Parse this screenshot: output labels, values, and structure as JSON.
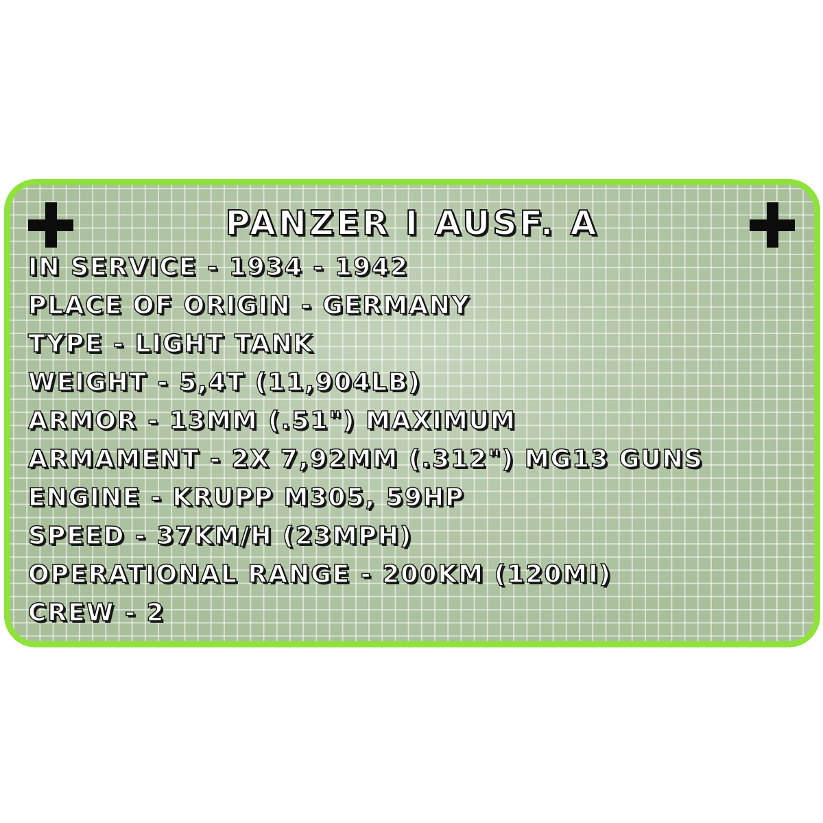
{
  "card": {
    "title": "PANZER I AUSF. A",
    "emblem_icon": "balkenkreuz-icon",
    "specs": [
      "IN SERVICE - 1934 - 1942",
      "PLACE OF ORIGIN - GERMANY",
      "TYPE - LIGHT TANK",
      "WEIGHT - 5,4T (11,904LB)",
      "ARMOR - 13MM (.51\") MAXIMUM",
      "ARMAMENT - 2X 7,92MM (.312\") MG13 GUNS",
      "ENGINE - KRUPP M305, 59HP",
      "SPEED - 37KM/H (23MPH)",
      "OPERATIONAL RANGE - 200KM (120MI)",
      "CREW - 2"
    ]
  },
  "colors": {
    "border": "#8fe23a",
    "panel": "#a9bf9c",
    "text": "#ffffff",
    "outline": "#111111"
  }
}
